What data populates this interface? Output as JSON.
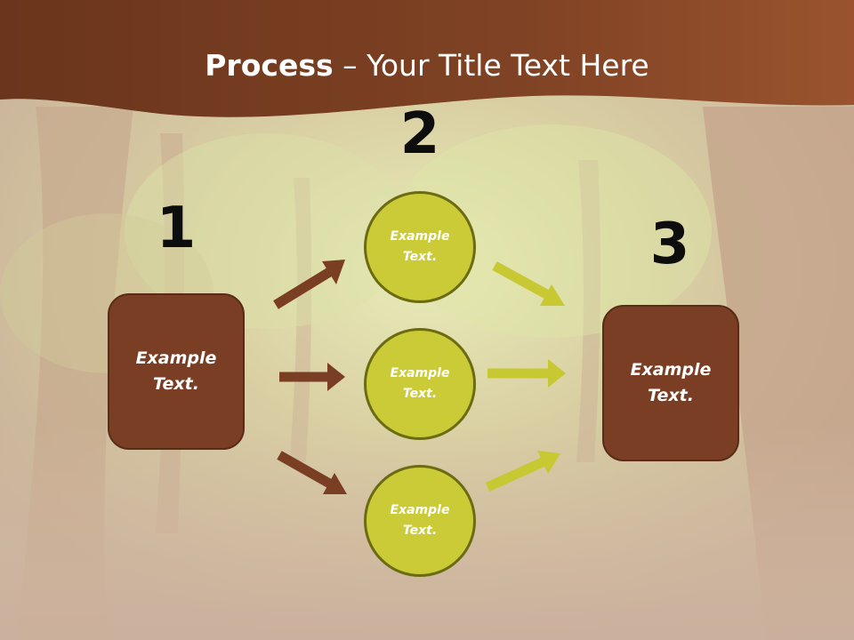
{
  "slide": {
    "title_bold": "Process",
    "title_rest": " – Your Title Text Here"
  },
  "steps": [
    {
      "number": "1",
      "text": "Example Text."
    },
    {
      "number": "2",
      "text": "Example Text."
    },
    {
      "number": "3",
      "text": "Example Text."
    }
  ],
  "circles": [
    {
      "text": "Example Text."
    },
    {
      "text": "Example Text."
    },
    {
      "text": "Example Text."
    }
  ],
  "colors": {
    "banner": "#7a3e24",
    "box_fill": "#7a3e24",
    "circle_fill": "#cbcb37",
    "brown_arrow": "#7a3e24",
    "yellow_arrow": "#c8c832"
  }
}
